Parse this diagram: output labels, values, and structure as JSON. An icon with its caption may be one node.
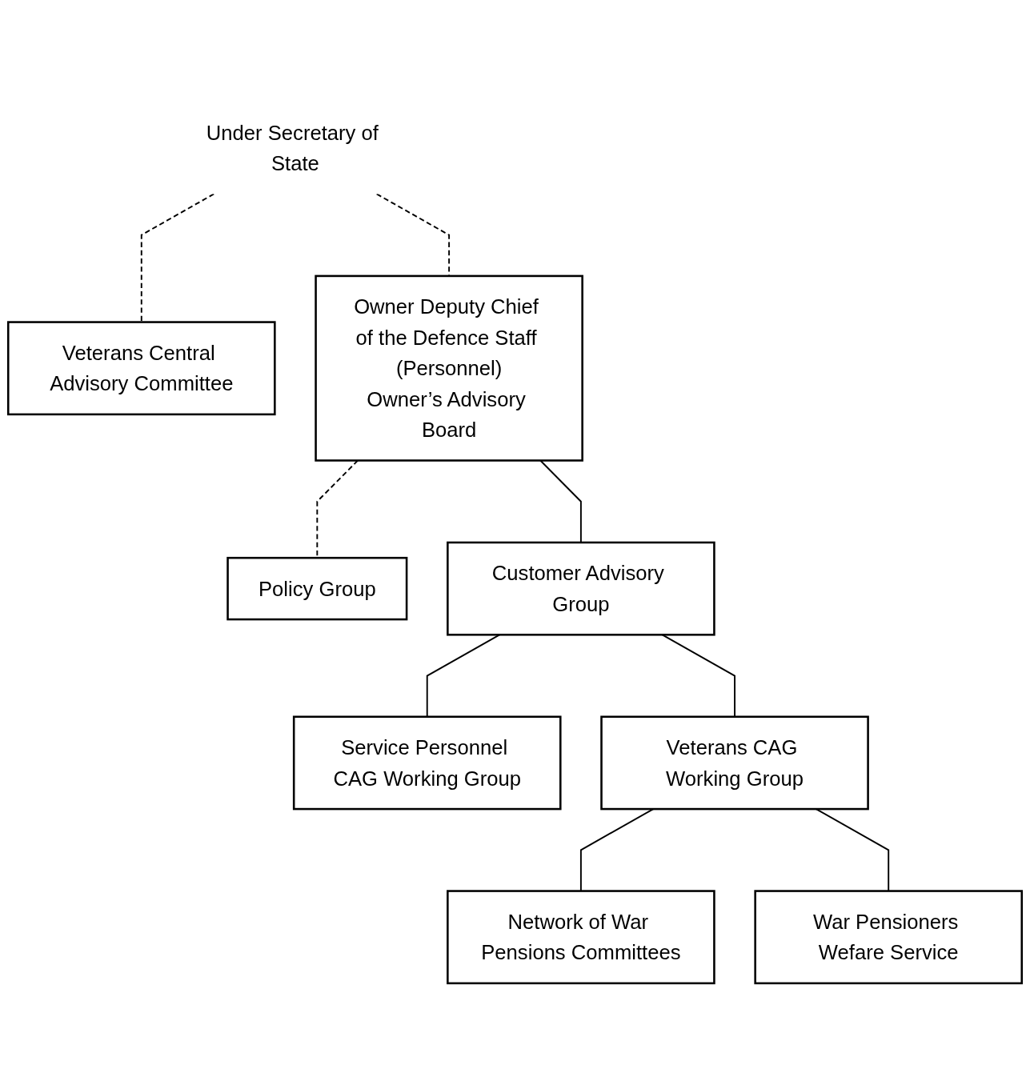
{
  "diagram": {
    "nodes": [
      {
        "text": [
          "Under Secretary of State"
        ]
      },
      {
        "text": [
          "Veterans Central Advisory Committee"
        ]
      },
      {
        "text": [
          "Owner Deputy Chief of the Defence Staff (Personnel)",
          "Owner’s Advisory Board"
        ]
      },
      {
        "text": [
          "Policy Group"
        ]
      },
      {
        "text": [
          "Customer Advisory Group"
        ]
      },
      {
        "text": [
          "Service Personnel CAG Working Group"
        ]
      },
      {
        "text": [
          "Veterans CAG Working Group"
        ]
      },
      {
        "text": [
          "Network of War Pensions Committees"
        ]
      },
      {
        "text": [
          "War Pensioners Wefare Service"
        ]
      }
    ],
    "edges": [
      {
        "from": 0,
        "to": 1,
        "arrow": "none",
        "style": "dashed"
      },
      {
        "from": 0,
        "to": 2,
        "arrow": "none",
        "style": "dashed"
      },
      {
        "from": 2,
        "to": 3,
        "arrow": "none",
        "style": "dashed"
      },
      {
        "from": 2,
        "to": 4,
        "arrow": "none"
      },
      {
        "from": 4,
        "to": 5,
        "arrow": "none"
      },
      {
        "from": 4,
        "to": 6,
        "arrow": "none"
      },
      {
        "from": 6,
        "to": 7,
        "arrow": "none"
      },
      {
        "from": 6,
        "to": 8,
        "arrow": "none"
      }
    ]
  }
}
